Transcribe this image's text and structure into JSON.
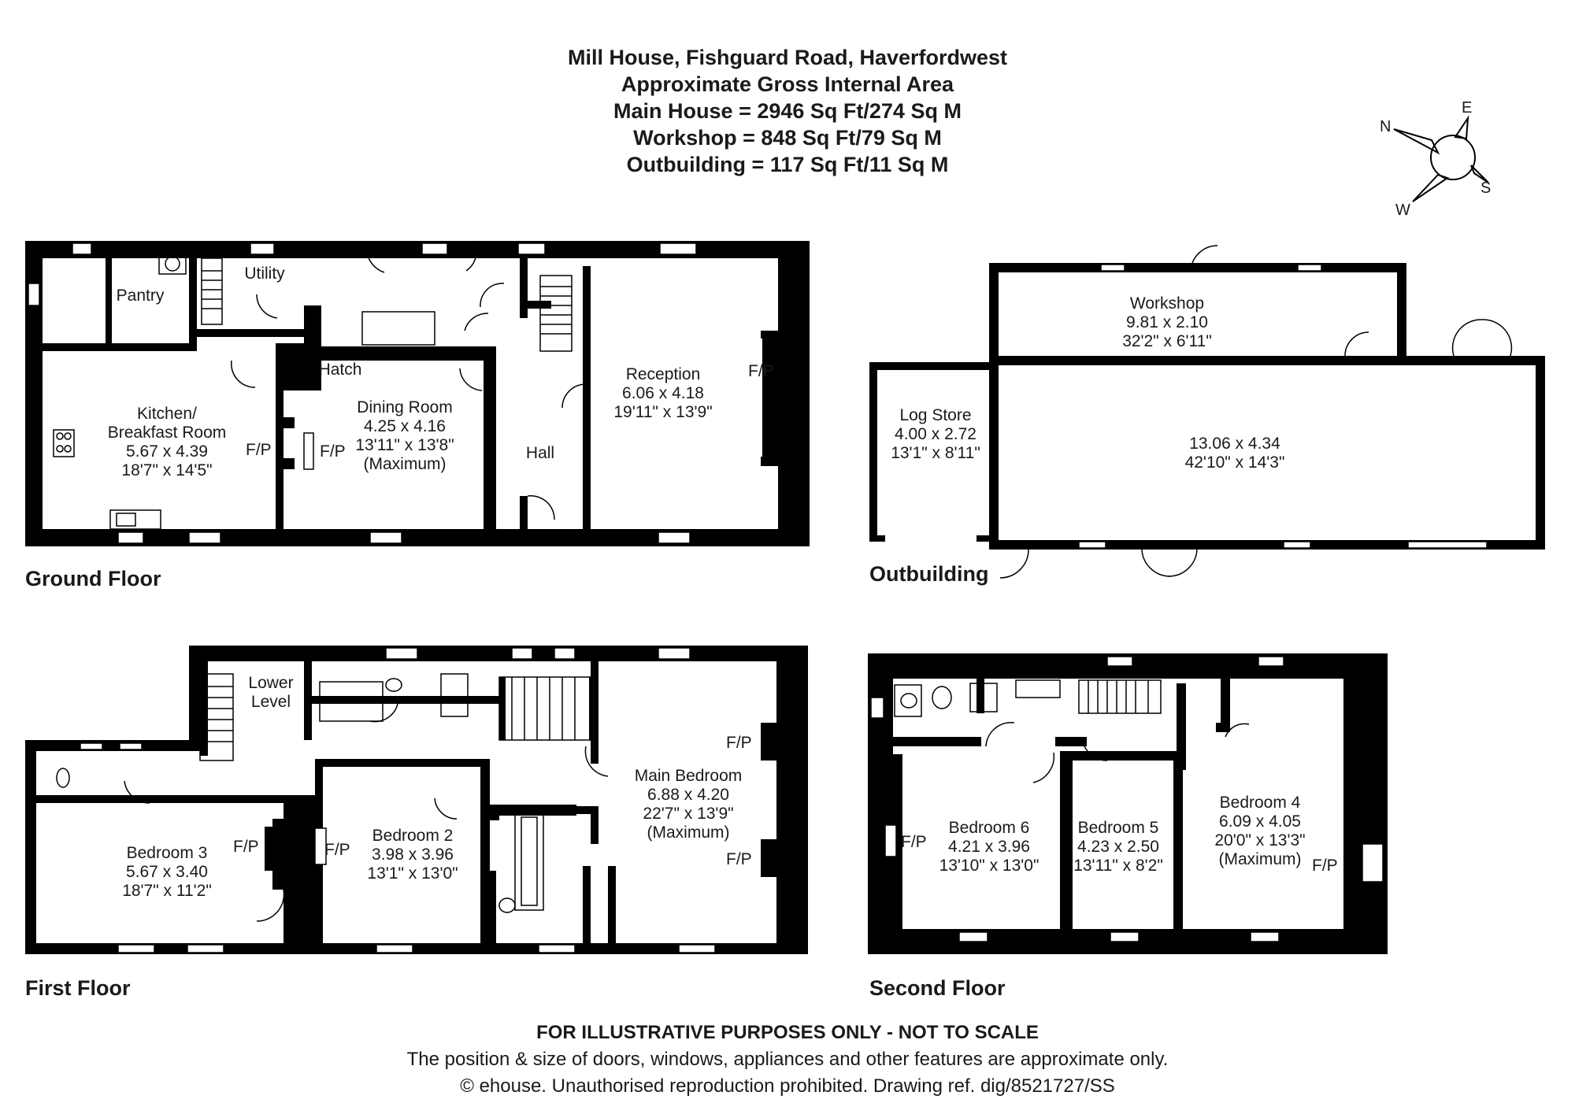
{
  "header": {
    "address": "Mill House, Fishguard Road, Haverfordwest",
    "area_title": "Approximate Gross Internal Area",
    "main_house": "Main House = 2946 Sq Ft/274 Sq M",
    "workshop": "Workshop = 848 Sq Ft/79 Sq M",
    "outbuilding": "Outbuilding = 117 Sq Ft/11 Sq M"
  },
  "compass": {
    "n": "N",
    "e": "E",
    "s": "S",
    "w": "W"
  },
  "floors": {
    "ground": "Ground Floor",
    "outbuilding": "Outbuilding",
    "first": "First Floor",
    "second": "Second Floor"
  },
  "rooms": {
    "pantry": {
      "name": "Pantry"
    },
    "utility": {
      "name": "Utility"
    },
    "hatch": {
      "name": "Hatch"
    },
    "kitchen": {
      "name": "Kitchen/",
      "name2": "Breakfast Room",
      "metric": "5.67 x 4.39",
      "imperial": "18'7\" x 14'5\""
    },
    "dining": {
      "name": "Dining Room",
      "metric": "4.25 x 4.16",
      "imperial": "13'11\" x 13'8\"",
      "note": "(Maximum)"
    },
    "hall": {
      "name": "Hall"
    },
    "reception": {
      "name": "Reception",
      "metric": "6.06 x 4.18",
      "imperial": "19'11\" x 13'9\""
    },
    "workshop": {
      "name": "Workshop",
      "metric": "9.81 x 2.10",
      "imperial": "32'2\" x 6'11\""
    },
    "workshop_main": {
      "metric": "13.06 x 4.34",
      "imperial": "42'10\" x 14'3\""
    },
    "log_store": {
      "name": "Log Store",
      "metric": "4.00 x 2.72",
      "imperial": "13'1\" x 8'11\""
    },
    "lower_level": {
      "name": "Lower",
      "name2": "Level"
    },
    "bedroom3": {
      "name": "Bedroom 3",
      "metric": "5.67 x 3.40",
      "imperial": "18'7\" x 11'2\""
    },
    "bedroom2": {
      "name": "Bedroom 2",
      "metric": "3.98 x 3.96",
      "imperial": "13'1\" x 13'0\""
    },
    "main_bedroom": {
      "name": "Main Bedroom",
      "metric": "6.88 x 4.20",
      "imperial": "22'7\" x 13'9\"",
      "note": "(Maximum)"
    },
    "bedroom6": {
      "name": "Bedroom 6",
      "metric": "4.21 x 3.96",
      "imperial": "13'10\" x 13'0\""
    },
    "bedroom5": {
      "name": "Bedroom 5",
      "metric": "4.23 x 2.50",
      "imperial": "13'11\" x 8'2\""
    },
    "bedroom4": {
      "name": "Bedroom 4",
      "metric": "6.09 x 4.05",
      "imperial": "20'0\" x 13'3\"",
      "note": "(Maximum)"
    }
  },
  "fp_label": "F/P",
  "footer": {
    "disclaimer": "FOR ILLUSTRATIVE PURPOSES ONLY - NOT TO SCALE",
    "note": "The position & size of doors, windows, appliances and other features are approximate only.",
    "copyright": "© ehouse. Unauthorised reproduction prohibited. Drawing ref. dig/8521727/SS"
  }
}
